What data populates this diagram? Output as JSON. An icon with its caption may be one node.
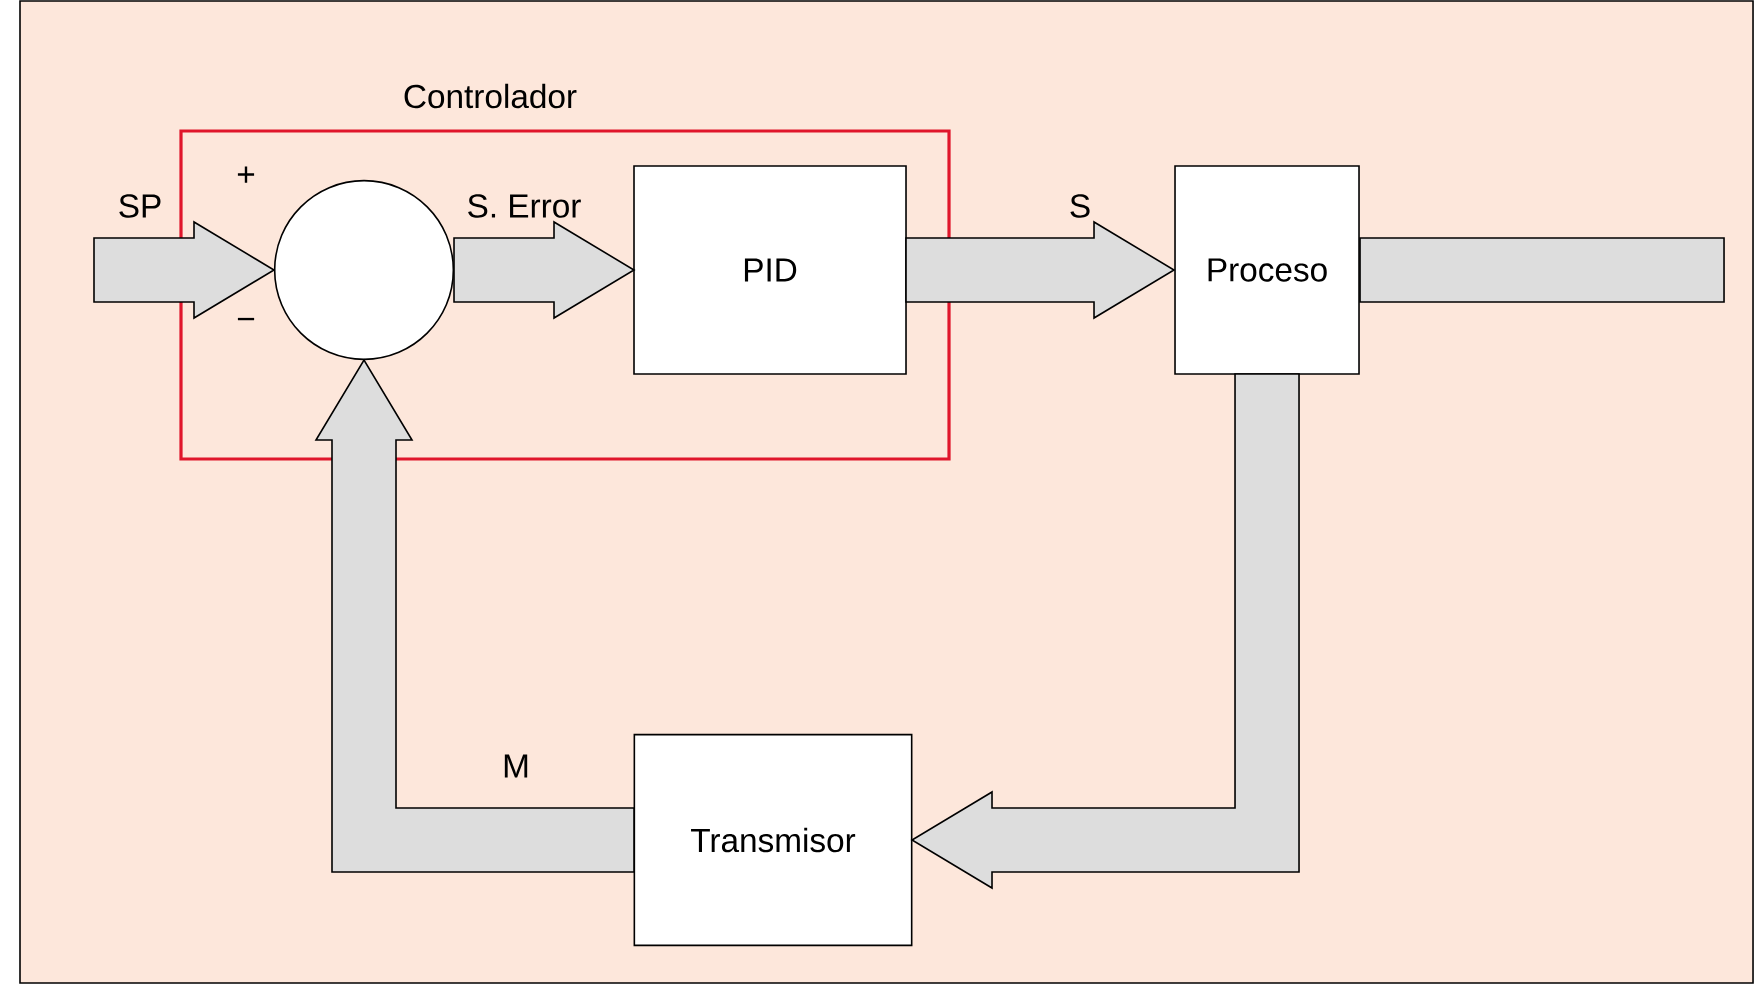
{
  "diagram": {
    "nodes": [
      {
        "text": [
          "Controlador"
        ]
      },
      {
        "text": [],
        "shape": "circle",
        "in": 0,
        "beside": [
          "+",
          "−"
        ]
      },
      {
        "text": [
          "PID"
        ],
        "in": 0
      },
      {
        "text": [
          "Proceso"
        ]
      },
      {
        "text": [
          "Transmisor"
        ]
      }
    ],
    "edges": [
      {
        "from": null,
        "to": 1,
        "arrow": "to",
        "label": "SP"
      },
      {
        "from": 1,
        "to": 2,
        "arrow": "to",
        "label": "S. Error"
      },
      {
        "from": 2,
        "to": 3,
        "arrow": "to",
        "label": "S"
      },
      {
        "from": 3,
        "to": null,
        "arrow": "none"
      },
      {
        "from": 3,
        "to": 4,
        "arrow": "to"
      },
      {
        "from": 4,
        "to": 1,
        "arrow": "to",
        "label": "M"
      }
    ]
  }
}
